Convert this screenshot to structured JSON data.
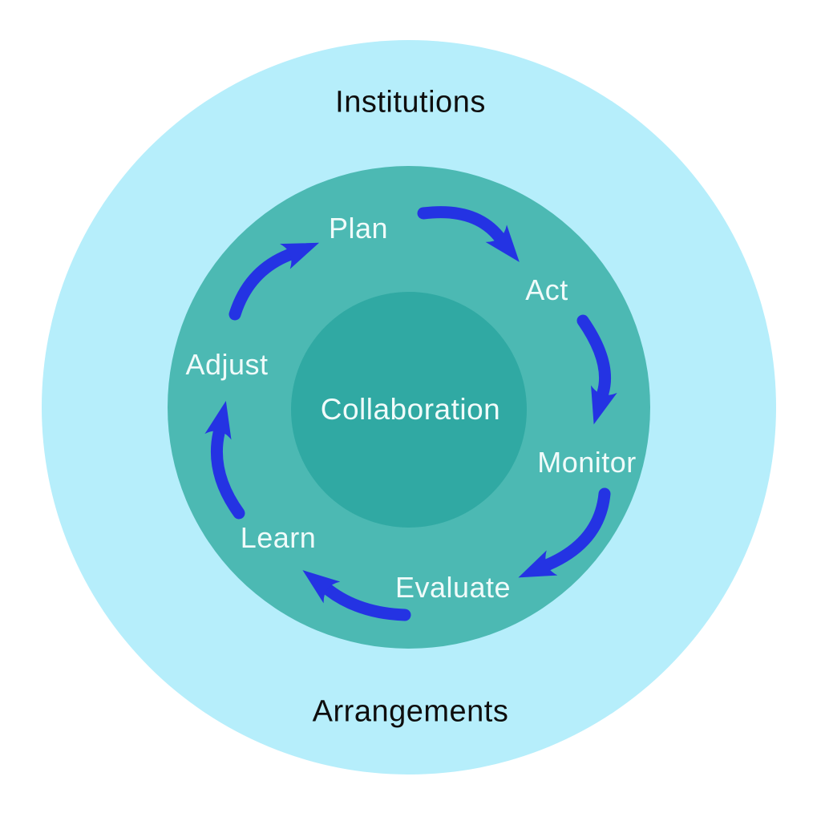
{
  "diagram": {
    "outer_label_top": "Institutions",
    "outer_label_bottom": "Arrangements",
    "center_label": "Collaboration",
    "cycle_steps": [
      "Plan",
      "Act",
      "Monitor",
      "Evaluate",
      "Learn",
      "Adjust"
    ],
    "arrow_icons": [
      "plan-to-act",
      "act-to-monitor",
      "monitor-to-evaluate",
      "evaluate-to-learn",
      "learn-to-adjust",
      "adjust-to-plan"
    ],
    "colors": {
      "outer_circle": "#b6eefb",
      "ring_circle": "#4cb9b3",
      "inner_circle": "#30a9a3",
      "arrow": "#2433e3",
      "ring_text": "#f0fbfa",
      "outer_text": "#0e0e0e"
    }
  }
}
